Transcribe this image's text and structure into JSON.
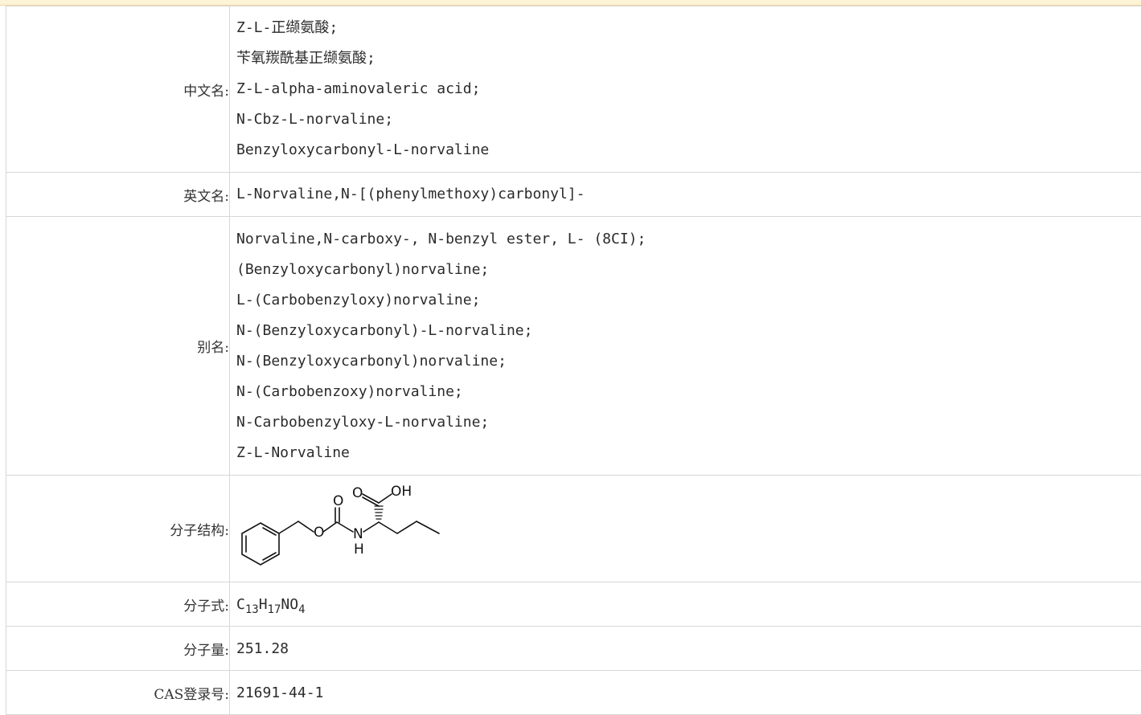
{
  "rows": {
    "chinese_name": {
      "label": "中文名:",
      "values": [
        "Z-L-正缬氨酸;",
        "苄氧羰酰基正缬氨酸;",
        "Z-L-alpha-aminovaleric acid;",
        "N-Cbz-L-norvaline;",
        "Benzyloxycarbonyl-L-norvaline"
      ]
    },
    "english_name": {
      "label": "英文名:",
      "value": "L-Norvaline,N-[(phenylmethoxy)carbonyl]-"
    },
    "aliases": {
      "label": "别名:",
      "values": [
        "Norvaline,N-carboxy-, N-benzyl ester, L- (8CI);",
        "(Benzyloxycarbonyl)norvaline;",
        "L-(Carbobenzyloxy)norvaline;",
        "N-(Benzyloxycarbonyl)-L-norvaline;",
        "N-(Benzyloxycarbonyl)norvaline;",
        "N-(Carbobenzoxy)norvaline;",
        "N-Carbobenzyloxy-L-norvaline;",
        "Z-L-Norvaline"
      ]
    },
    "structure": {
      "label": "分子结构:",
      "atoms": {
        "o_carbonyl_cbz": "O",
        "o_ester": "O",
        "n": "N",
        "h": "H",
        "o_acid": "O",
        "oh": "OH"
      }
    },
    "formula": {
      "label": "分子式:",
      "parts": [
        {
          "el": "C",
          "n": "13"
        },
        {
          "el": "H",
          "n": "17"
        },
        {
          "el": "NO",
          "n": "4"
        }
      ]
    },
    "molecular_weight": {
      "label": "分子量:",
      "value": "251.28"
    },
    "cas": {
      "label": "CAS登录号:",
      "value": "21691-44-1"
    }
  }
}
